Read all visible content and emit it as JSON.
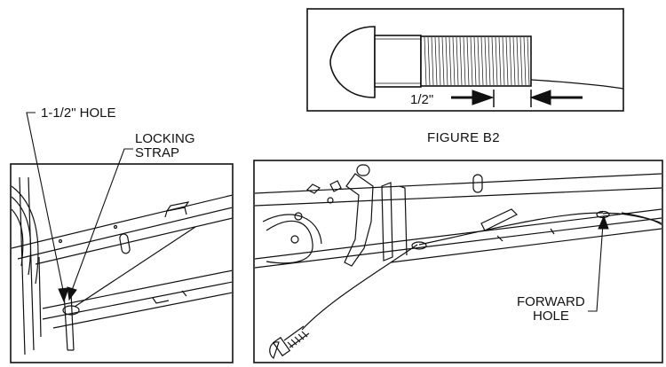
{
  "figure_b2": {
    "caption": "FIGURE B2",
    "dimension_label": "1/2\""
  },
  "callouts": {
    "hole_1_5": "1-1/2\" HOLE",
    "locking_strap_line1": "LOCKING",
    "locking_strap_line2": "STRAP",
    "forward_hole_line1": "FORWARD",
    "forward_hole_line2": "HOLE"
  },
  "colors": {
    "line": "#111111",
    "background": "#ffffff"
  }
}
